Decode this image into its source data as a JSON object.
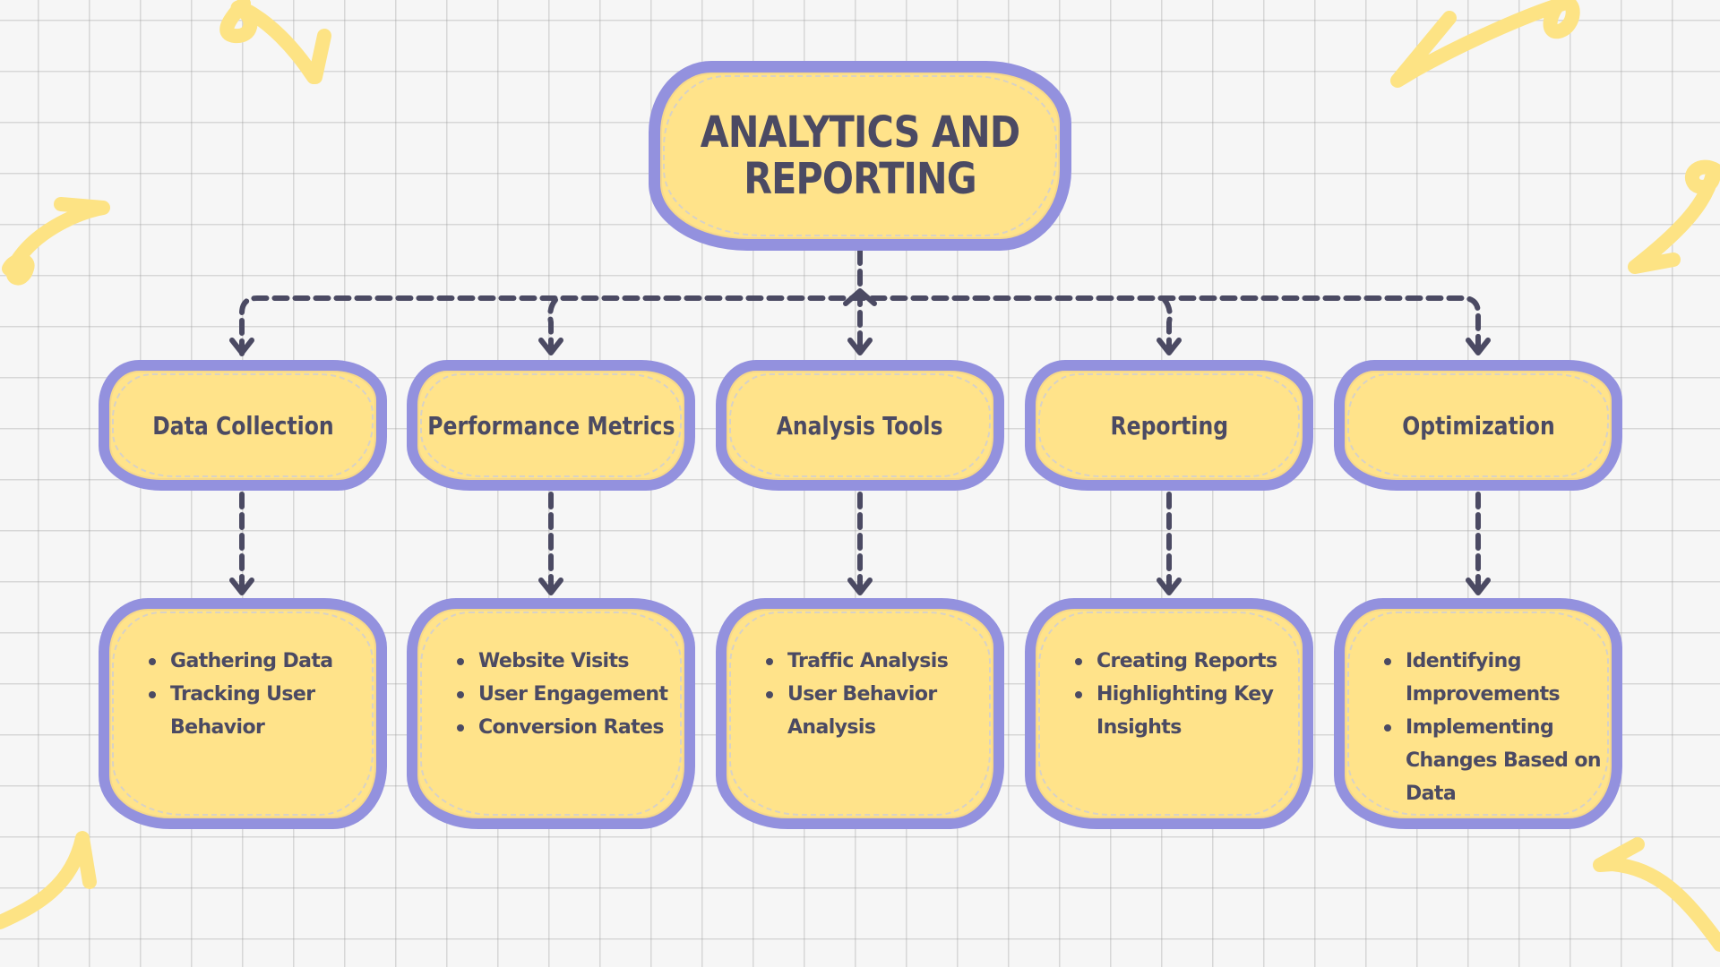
{
  "title": "Analytics and Reporting",
  "colors": {
    "box_fill": "#ffe38a",
    "box_border": "#9391de",
    "text": "#4b4a63",
    "connector": "#4b4a63",
    "decoration": "#fde384",
    "background": "#f6f6f6"
  },
  "categories": [
    {
      "label": "Data Collection",
      "items": [
        "Gathering Data",
        "Tracking User Behavior"
      ]
    },
    {
      "label": "Performance Metrics",
      "items": [
        "Website Visits",
        "User Engagement",
        "Conversion Rates"
      ]
    },
    {
      "label": "Analysis Tools",
      "items": [
        "Traffic Analysis",
        "User Behavior Analysis"
      ]
    },
    {
      "label": "Reporting",
      "items": [
        "Creating Reports",
        "Highlighting Key Insights"
      ]
    },
    {
      "label": "Optimization",
      "items": [
        "Identifying Improvements",
        "Implementing Changes Based on Data"
      ]
    }
  ]
}
